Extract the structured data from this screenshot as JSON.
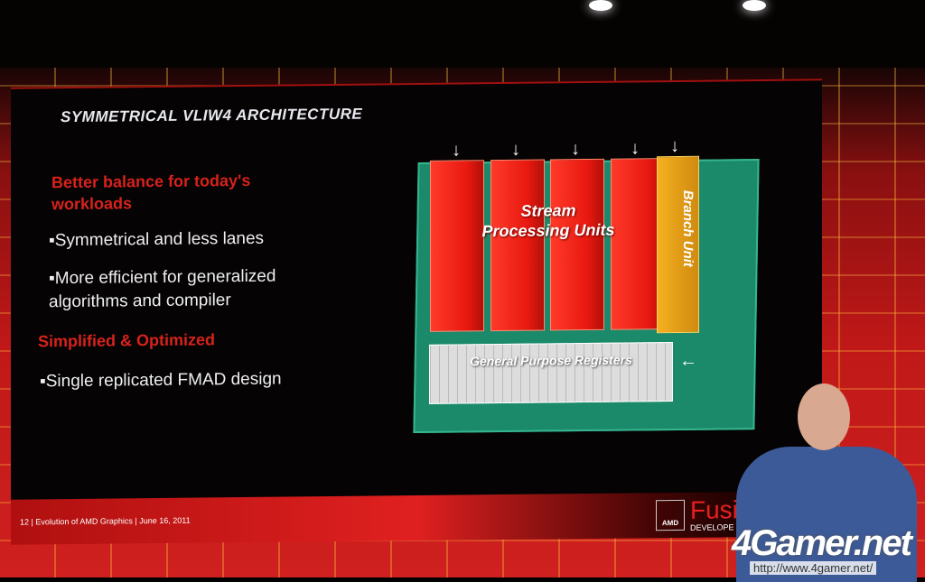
{
  "slide": {
    "title": "SYMMETRICAL VLIW4 ARCHITECTURE",
    "heading1": "Better balance for today's workloads",
    "bullets1": [
      "Symmetrical and less lanes",
      "More efficient for generalized algorithms and compiler"
    ],
    "heading2": "Simplified & Optimized",
    "bullets2": [
      "Single replicated FMAD design"
    ],
    "diagram": {
      "stream_label": "Stream Processing Units",
      "branch_label": "Branch Unit",
      "registers_label": "General Purpose Registers"
    },
    "footer": "12 | Evolution of AMD Graphics | June 16, 2011",
    "logo": {
      "amd": "AMD",
      "fusion": "Fusi",
      "developer": "DEVELOPE"
    }
  },
  "watermark": {
    "brand": "4Gamer.net",
    "url": "http://www.4gamer.net/"
  }
}
